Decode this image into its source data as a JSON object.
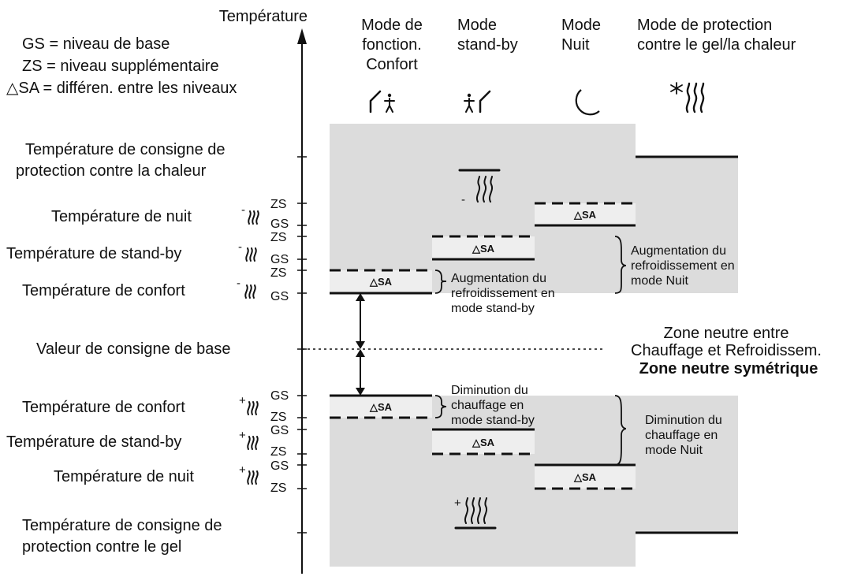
{
  "axis_label": "Température",
  "legend": [
    "GS = niveau de base",
    "ZS = niveau supplémentaire",
    "△SA = différen. entre les niveaux"
  ],
  "modes": [
    {
      "lines": [
        "Mode de",
        "fonction.",
        "Confort"
      ],
      "icon": "comfort-icon"
    },
    {
      "lines": [
        "Mode",
        "stand-by"
      ],
      "icon": "standby-icon"
    },
    {
      "lines": [
        "Mode",
        "Nuit"
      ],
      "icon": "moon-icon"
    },
    {
      "lines": [
        "Mode de protection",
        "contre le gel/la chaleur"
      ],
      "icon": "snowflake-heat-icon"
    }
  ],
  "left_labels": {
    "heat_protection": [
      "Température de consigne de",
      "protection contre la chaleur"
    ],
    "night_cool": "Température de nuit",
    "standby_cool": "Température de stand-by",
    "comfort_cool": "Température de confort",
    "base": "Valeur de consigne de base",
    "comfort_heat": "Température de confort",
    "standby_heat": "Température de stand-by",
    "night_heat": "Température de nuit",
    "frost_protection": [
      "Température de consigne de",
      "protection contre le gel"
    ]
  },
  "level_markers": {
    "gs": "GS",
    "zs": "ZS"
  },
  "sign_markers": {
    "cool": "-",
    "heat": "+"
  },
  "delta_sa": "△SA",
  "annotations": {
    "cool_standby": [
      "Augmentation du",
      "refroidissement en",
      "mode stand-by"
    ],
    "cool_night": [
      "Augmentation du",
      "refroidissement en",
      "mode Nuit"
    ],
    "heat_standby": [
      "Diminution du",
      "chauffage en",
      "mode stand-by"
    ],
    "heat_night": [
      "Diminution du",
      "chauffage en",
      "mode Nuit"
    ],
    "neutral_zone": [
      "Zone neutre entre",
      "Chauffage et Refroidissem."
    ],
    "neutral_zone_bold": "Zone neutre symétrique"
  },
  "colors": {
    "zone_fill": "#dcdcdc",
    "band_fill": "#eeeeee",
    "line": "#111111"
  }
}
